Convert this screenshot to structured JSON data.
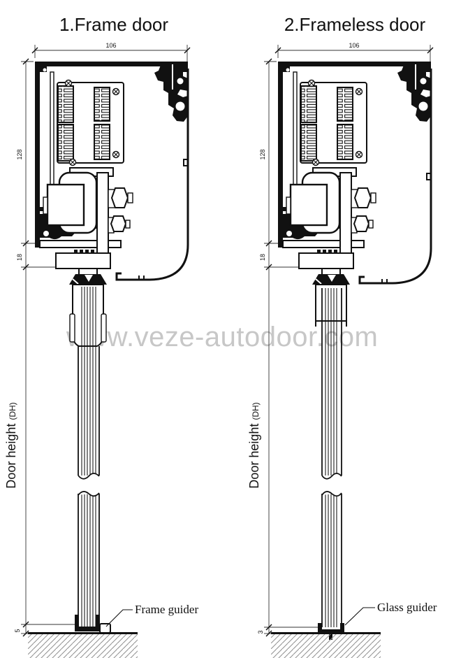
{
  "watermark": {
    "text": "www.veze-autodoor.com"
  },
  "diagrams": [
    {
      "title": "1.Frame door",
      "dims": {
        "top_width": "106",
        "upper_height": "128",
        "gap": "18",
        "door_height_label": "Door height",
        "door_height_suffix": "(DH)",
        "floor_gap": "5"
      },
      "guider_label": "Frame guider"
    },
    {
      "title": "2.Frameless door",
      "dims": {
        "top_width": "106",
        "upper_height": "128",
        "gap": "18",
        "door_height_label": "Door height",
        "door_height_suffix": "(DH)",
        "floor_gap": "3"
      },
      "guider_label": "Glass guider"
    }
  ],
  "colors": {
    "line": "#111111",
    "dimension": "#333333",
    "watermark": "#c7c7c7",
    "hatch": "#8f8f8f"
  }
}
